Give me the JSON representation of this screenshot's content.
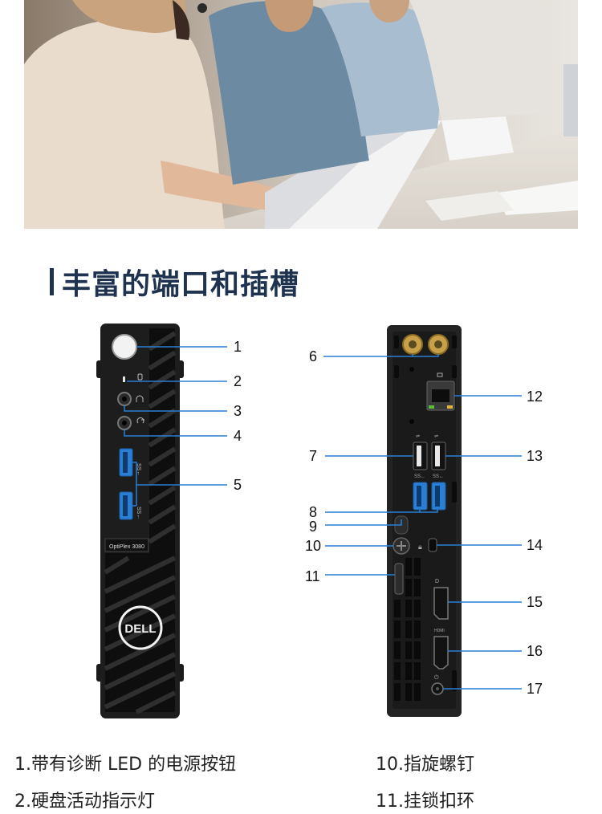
{
  "heading": "丰富的端口和插槽",
  "front": {
    "model_label": "OptiPlex 3080",
    "brand_logo": "DELL",
    "callouts": [
      "1",
      "2",
      "3",
      "4",
      "5"
    ]
  },
  "back": {
    "callouts": [
      "6",
      "7",
      "8",
      "9",
      "10",
      "11",
      "12",
      "13",
      "14",
      "15",
      "16",
      "17"
    ]
  },
  "legend": {
    "left": [
      "1.带有诊断 LED 的电源按钮",
      "2.硬盘活动指示灯"
    ],
    "right": [
      "10.指旋螺钉",
      "11.挂锁扣环"
    ]
  },
  "icons": [
    "power-icon",
    "drive-activity-icon",
    "headset-icon",
    "line-out-icon",
    "usb-ss-icon",
    "network-icon",
    "lock-icon",
    "displayport-icon",
    "hdmi-icon",
    "power-connector-icon"
  ],
  "colors": {
    "heading": "#1f3350",
    "usb3_blue": "#2a7fd4",
    "antenna_gold": "#c9a04a",
    "chassis": "#1b1b1b",
    "callout_line": "#2a7fd4"
  }
}
